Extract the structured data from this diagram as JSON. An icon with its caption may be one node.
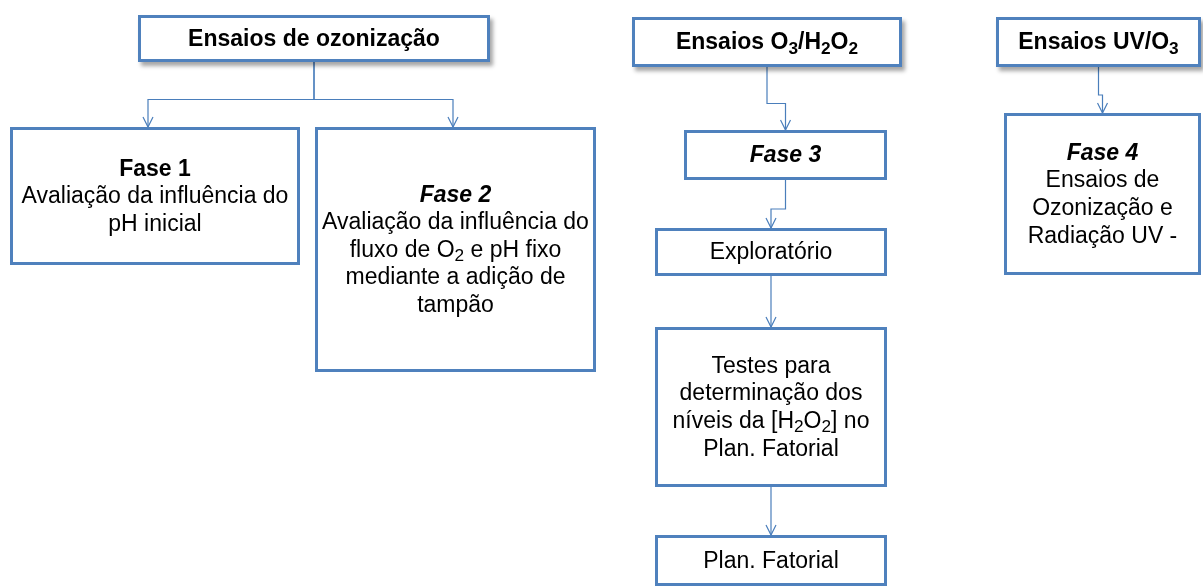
{
  "diagram": {
    "nodes": [
      {
        "text": [
          "Ensaios de ozonização"
        ]
      },
      {
        "text": [
          "Fase 1",
          "Avaliação da influência do pH inicial"
        ]
      },
      {
        "text": [
          "Fase 2",
          "Avaliação da influência do fluxo de O$_{2}$ e pH fixo mediante a adição de tampão"
        ]
      },
      {
        "text": [
          "Ensaios O$_{3}$/H$_{2}$O$_{2}$"
        ]
      },
      {
        "text": [
          "Fase 3"
        ]
      },
      {
        "text": [
          "Exploratório"
        ]
      },
      {
        "text": [
          "Testes para determinação dos níveis da [H$_{2}$O$_{2}$] no Plan. Fatorial"
        ]
      },
      {
        "text": [
          "Plan. Fatorial"
        ]
      },
      {
        "text": [
          "Ensaios UV/O$_{3}$"
        ]
      },
      {
        "text": [
          "Fase 4",
          "Ensaios de Ozonização e Radiação UV -"
        ]
      }
    ],
    "edges": [
      {
        "from": 0,
        "to": 1,
        "arrow": "to"
      },
      {
        "from": 0,
        "to": 2,
        "arrow": "to"
      },
      {
        "from": 3,
        "to": 4,
        "arrow": "to"
      },
      {
        "from": 4,
        "to": 5,
        "arrow": "to"
      },
      {
        "from": 5,
        "to": 6,
        "arrow": "to"
      },
      {
        "from": 6,
        "to": 7,
        "arrow": "to"
      },
      {
        "from": 8,
        "to": 9,
        "arrow": "to"
      }
    ]
  }
}
